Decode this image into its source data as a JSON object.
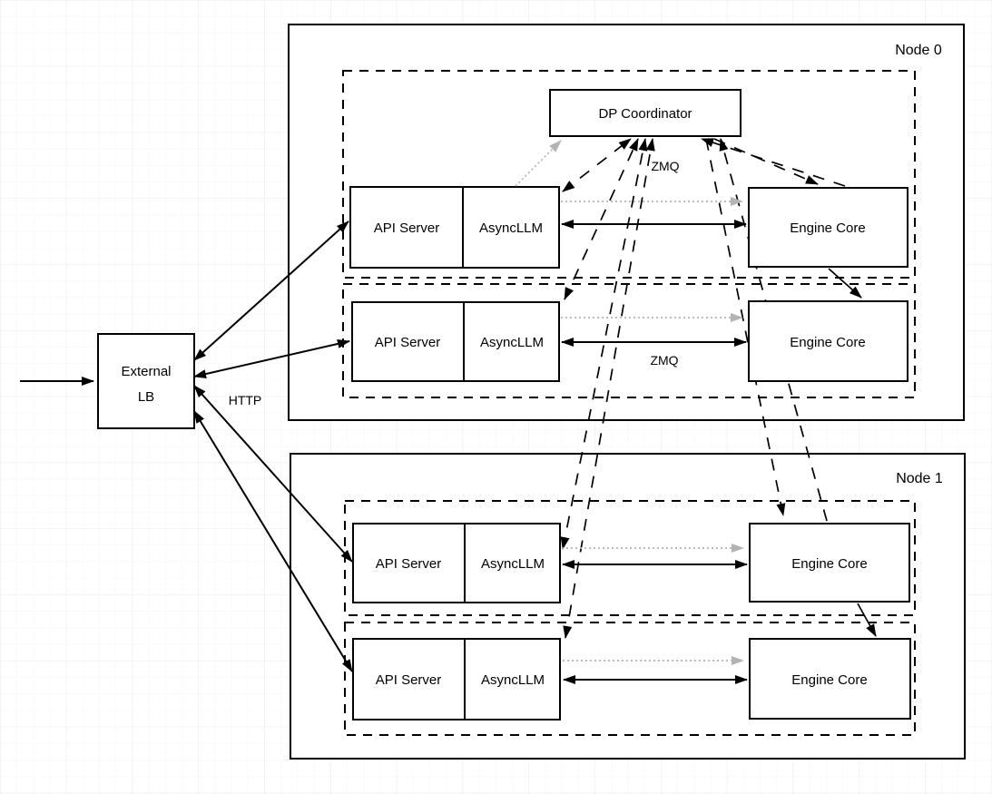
{
  "diagram": {
    "node0": {
      "label": "Node 0"
    },
    "node1": {
      "label": "Node 1"
    },
    "coordinator": {
      "label": "DP Coordinator"
    },
    "external_lb": {
      "line1": "External",
      "line2": "LB"
    },
    "rows": [
      {
        "api_server": "API Server",
        "asyncllm": "AsyncLLM",
        "engine_core": "Engine Core"
      },
      {
        "api_server": "API Server",
        "asyncllm": "AsyncLLM",
        "engine_core": "Engine Core"
      },
      {
        "api_server": "API Server",
        "asyncllm": "AsyncLLM",
        "engine_core": "Engine Core"
      },
      {
        "api_server": "API Server",
        "asyncllm": "AsyncLLM",
        "engine_core": "Engine Core"
      }
    ],
    "edge_labels": {
      "zmq_coordinator": "ZMQ",
      "zmq_engine": "ZMQ",
      "http": "HTTP"
    },
    "colors": {
      "stroke": "#000000",
      "gray_arrow": "#b3b3b3",
      "box_fill": "#ffffff",
      "grid_minor": "#f4f4f4",
      "grid_major": "#e8e8e8"
    }
  }
}
